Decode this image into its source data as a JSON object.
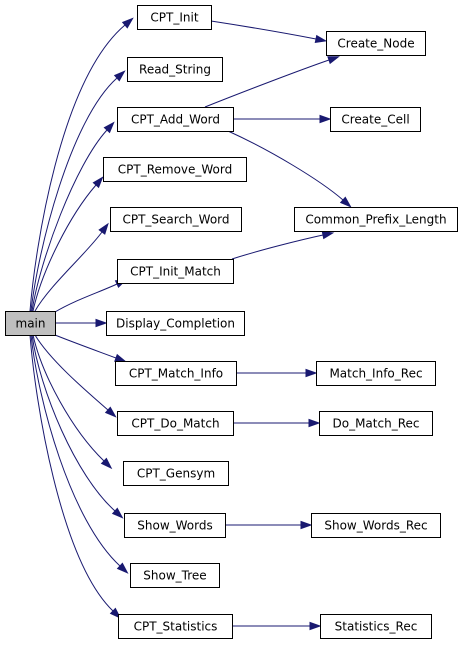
{
  "graph": {
    "nodes": [
      {
        "id": "main",
        "label": "main"
      },
      {
        "id": "cpt_init",
        "label": "CPT_Init"
      },
      {
        "id": "read_string",
        "label": "Read_String"
      },
      {
        "id": "cpt_add_word",
        "label": "CPT_Add_Word"
      },
      {
        "id": "cpt_remove_word",
        "label": "CPT_Remove_Word"
      },
      {
        "id": "cpt_search_word",
        "label": "CPT_Search_Word"
      },
      {
        "id": "cpt_init_match",
        "label": "CPT_Init_Match"
      },
      {
        "id": "display_completion",
        "label": "Display_Completion"
      },
      {
        "id": "cpt_match_info",
        "label": "CPT_Match_Info"
      },
      {
        "id": "cpt_do_match",
        "label": "CPT_Do_Match"
      },
      {
        "id": "cpt_gensym",
        "label": "CPT_Gensym"
      },
      {
        "id": "show_words",
        "label": "Show_Words"
      },
      {
        "id": "show_tree",
        "label": "Show_Tree"
      },
      {
        "id": "cpt_statistics",
        "label": "CPT_Statistics"
      },
      {
        "id": "create_node",
        "label": "Create_Node"
      },
      {
        "id": "create_cell",
        "label": "Create_Cell"
      },
      {
        "id": "common_prefix_length",
        "label": "Common_Prefix_Length"
      },
      {
        "id": "match_info_rec",
        "label": "Match_Info_Rec"
      },
      {
        "id": "do_match_rec",
        "label": "Do_Match_Rec"
      },
      {
        "id": "show_words_rec",
        "label": "Show_Words_Rec"
      },
      {
        "id": "statistics_rec",
        "label": "Statistics_Rec"
      }
    ],
    "edges": [
      {
        "from": "main",
        "to": "cpt_init"
      },
      {
        "from": "main",
        "to": "read_string"
      },
      {
        "from": "main",
        "to": "cpt_add_word"
      },
      {
        "from": "main",
        "to": "cpt_remove_word"
      },
      {
        "from": "main",
        "to": "cpt_search_word"
      },
      {
        "from": "main",
        "to": "cpt_init_match"
      },
      {
        "from": "main",
        "to": "display_completion"
      },
      {
        "from": "main",
        "to": "cpt_match_info"
      },
      {
        "from": "main",
        "to": "cpt_do_match"
      },
      {
        "from": "main",
        "to": "cpt_gensym"
      },
      {
        "from": "main",
        "to": "show_words"
      },
      {
        "from": "main",
        "to": "show_tree"
      },
      {
        "from": "main",
        "to": "cpt_statistics"
      },
      {
        "from": "cpt_init",
        "to": "create_node"
      },
      {
        "from": "cpt_add_word",
        "to": "create_node"
      },
      {
        "from": "cpt_add_word",
        "to": "create_cell"
      },
      {
        "from": "cpt_add_word",
        "to": "common_prefix_length"
      },
      {
        "from": "cpt_init_match",
        "to": "common_prefix_length"
      },
      {
        "from": "cpt_match_info",
        "to": "match_info_rec"
      },
      {
        "from": "cpt_do_match",
        "to": "do_match_rec"
      },
      {
        "from": "show_words",
        "to": "show_words_rec"
      },
      {
        "from": "cpt_statistics",
        "to": "statistics_rec"
      }
    ],
    "colors": {
      "edge": "#191970",
      "root_fill": "#bfbfbf",
      "node_fill": "#ffffff",
      "border": "#000000"
    }
  }
}
